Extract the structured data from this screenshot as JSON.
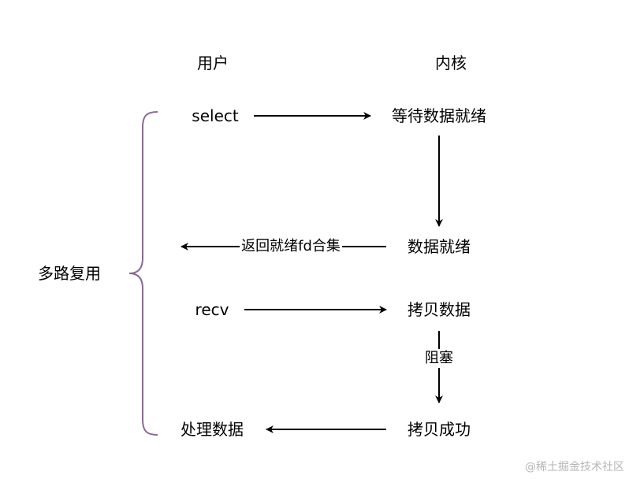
{
  "columns": {
    "user": "用户",
    "kernel": "内核"
  },
  "group": {
    "label": "多路复用",
    "brace_color": "#8a6a94"
  },
  "nodes": {
    "select": "select",
    "wait_ready": "等待数据就绪",
    "data_ready": "数据就绪",
    "recv": "recv",
    "copy_data": "拷贝数据",
    "copy_done": "拷贝成功",
    "process": "处理数据"
  },
  "edges": {
    "return_fd": "返回就绪fd合集",
    "blocking": "阻塞"
  },
  "watermark": "@稀土掘金技术社区",
  "colors": {
    "arrow": "#000000",
    "text": "#000000"
  }
}
